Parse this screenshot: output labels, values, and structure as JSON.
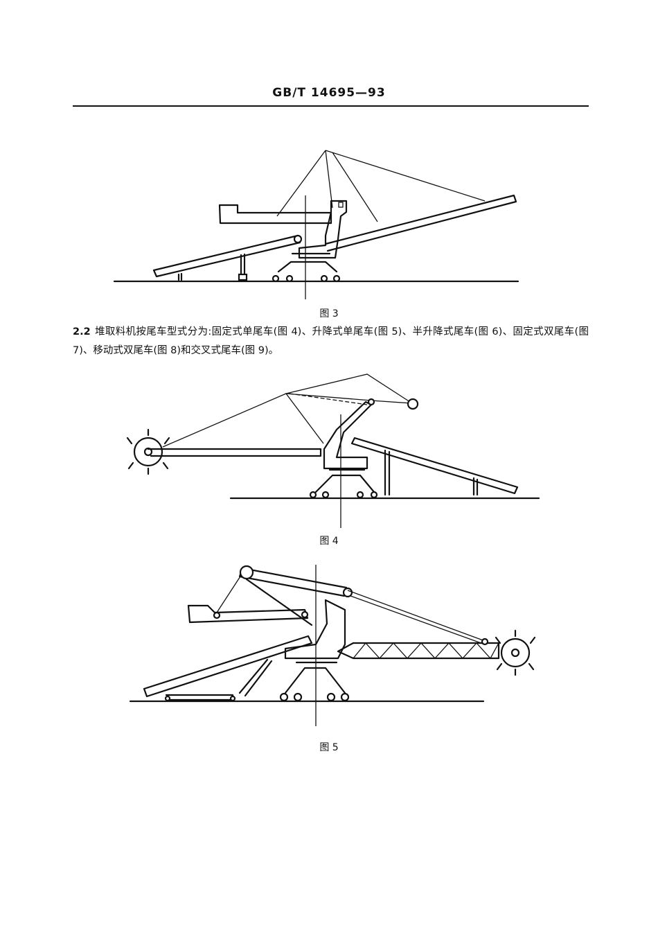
{
  "header": {
    "standard_no": "GB/T 14695—93"
  },
  "figures": [
    {
      "caption": "图 3"
    },
    {
      "caption": "图 4"
    },
    {
      "caption": "图 5"
    }
  ],
  "section": {
    "number": "2.2",
    "text": "堆取料机按尾车型式分为:固定式单尾车(图 4)、升降式单尾车(图 5)、半升降式尾车(图 6)、固定式双尾车(图 7)、移动式双尾车(图 8)和交叉式尾车(图 9)。"
  }
}
